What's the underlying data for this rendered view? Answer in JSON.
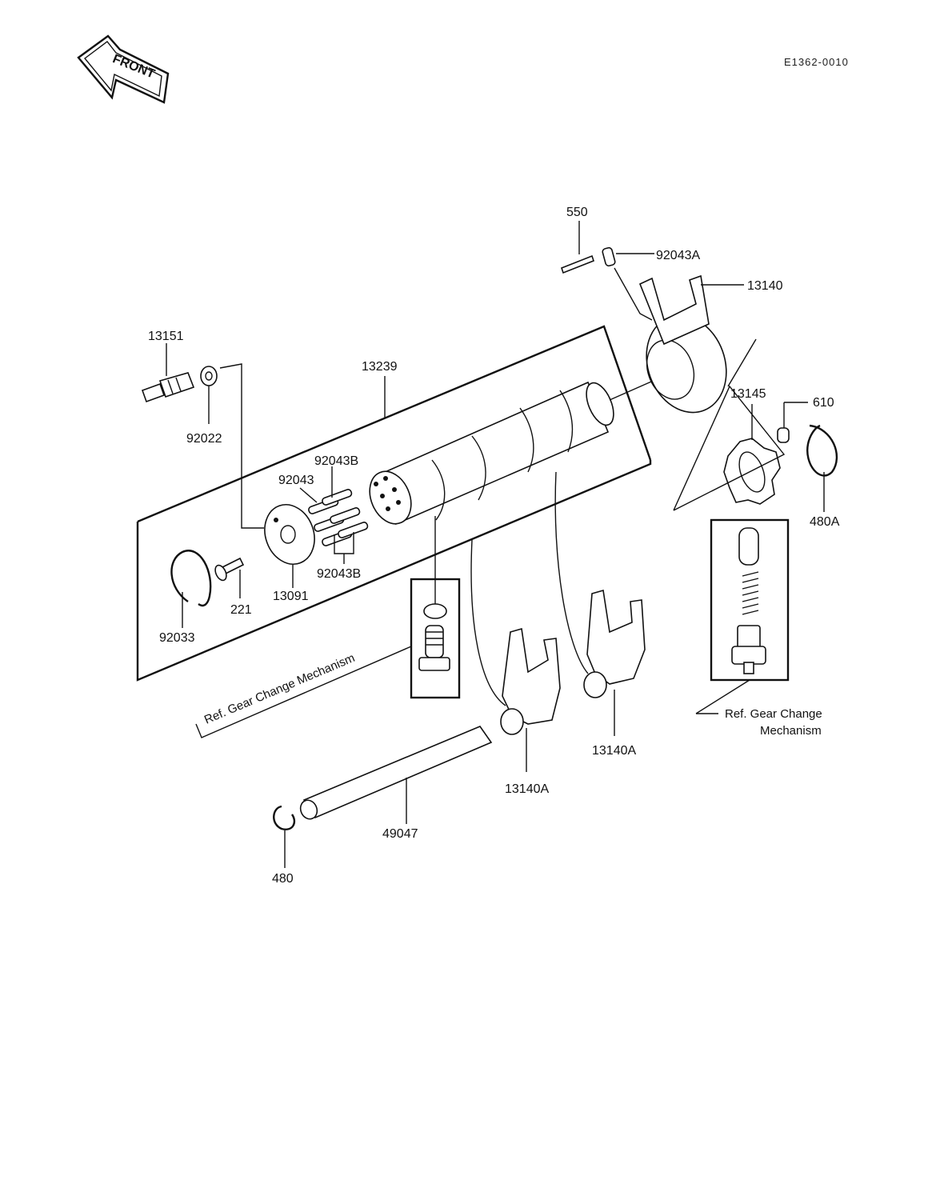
{
  "diagram_code": "E1362-0010",
  "front_badge": "FRONT",
  "parts": {
    "p550": "550",
    "p92043A": "92043A",
    "p13140": "13140",
    "p13151": "13151",
    "p13239": "13239",
    "p92022": "92022",
    "p13145": "13145",
    "p610": "610",
    "p480A": "480A",
    "p92043B_top": "92043B",
    "p92043": "92043",
    "p92043B_bottom": "92043B",
    "p13091": "13091",
    "p221": "221",
    "p92033": "92033",
    "p13140A_right": "13140A",
    "p13140A_left": "13140A",
    "p49047": "49047",
    "p480": "480"
  },
  "references": {
    "left_ref": "Ref. Gear Change Mechanism",
    "right_ref_line1": "Ref. Gear Change",
    "right_ref_line2": "Mechanism"
  }
}
